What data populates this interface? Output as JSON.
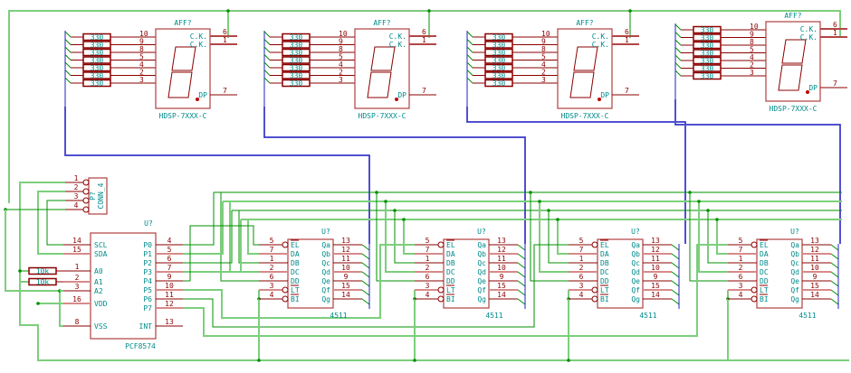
{
  "schematic": {
    "displays": [
      {
        "ref": "AFF?",
        "value": "HDSP-7XXX-C",
        "resistor_value": "330",
        "seg_pins": [
          {
            "seg": "a",
            "num": "10"
          },
          {
            "seg": "b",
            "num": "9"
          },
          {
            "seg": "c",
            "num": "8"
          },
          {
            "seg": "d",
            "num": "5"
          },
          {
            "seg": "e",
            "num": "4"
          },
          {
            "seg": "f",
            "num": "2"
          },
          {
            "seg": "g",
            "num": "3"
          }
        ],
        "ck_pins": [
          {
            "name": "C.K.",
            "num": "6"
          },
          {
            "name": "C.K.",
            "num": "1"
          }
        ],
        "dp_pin": {
          "name": "DP",
          "num": "7"
        }
      },
      {
        "ref": "AFF?",
        "value": "HDSP-7XXX-C",
        "resistor_value": "330",
        "seg_pins": [
          {
            "seg": "a",
            "num": "10"
          },
          {
            "seg": "b",
            "num": "9"
          },
          {
            "seg": "c",
            "num": "8"
          },
          {
            "seg": "d",
            "num": "5"
          },
          {
            "seg": "e",
            "num": "4"
          },
          {
            "seg": "f",
            "num": "2"
          },
          {
            "seg": "g",
            "num": "3"
          }
        ],
        "ck_pins": [
          {
            "name": "C.K.",
            "num": "6"
          },
          {
            "name": "C.K.",
            "num": "1"
          }
        ],
        "dp_pin": {
          "name": "DP",
          "num": "7"
        }
      },
      {
        "ref": "AFF?",
        "value": "HDSP-7XXX-C",
        "resistor_value": "330",
        "seg_pins": [
          {
            "seg": "a",
            "num": "10"
          },
          {
            "seg": "b",
            "num": "9"
          },
          {
            "seg": "c",
            "num": "8"
          },
          {
            "seg": "d",
            "num": "5"
          },
          {
            "seg": "e",
            "num": "4"
          },
          {
            "seg": "f",
            "num": "2"
          },
          {
            "seg": "g",
            "num": "3"
          }
        ],
        "ck_pins": [
          {
            "name": "C.K.",
            "num": "6"
          },
          {
            "name": "C.K.",
            "num": "1"
          }
        ],
        "dp_pin": {
          "name": "DP",
          "num": "7"
        }
      },
      {
        "ref": "AFF?",
        "value": "HDSP-7XXX-C",
        "resistor_value": "330",
        "seg_pins": [
          {
            "seg": "a",
            "num": "10"
          },
          {
            "seg": "b",
            "num": "9"
          },
          {
            "seg": "c",
            "num": "8"
          },
          {
            "seg": "d",
            "num": "5"
          },
          {
            "seg": "e",
            "num": "4"
          },
          {
            "seg": "f",
            "num": "2"
          },
          {
            "seg": "g",
            "num": "3"
          }
        ],
        "ck_pins": [
          {
            "name": "C.K.",
            "num": "6"
          },
          {
            "name": "C.K.",
            "num": "1"
          }
        ],
        "dp_pin": {
          "name": "DP",
          "num": "7"
        }
      }
    ],
    "decoders": [
      {
        "ref": "U?",
        "value": "4511"
      },
      {
        "ref": "U?",
        "value": "4511"
      },
      {
        "ref": "U?",
        "value": "4511"
      },
      {
        "ref": "U?",
        "value": "4511"
      }
    ],
    "decoder_left_pins": [
      {
        "num": "5",
        "name": "EL",
        "inverted": true
      },
      {
        "num": "7",
        "name": "DA",
        "inverted": false
      },
      {
        "num": "1",
        "name": "DB",
        "inverted": false
      },
      {
        "num": "2",
        "name": "DC",
        "inverted": false
      },
      {
        "num": "6",
        "name": "DD",
        "inverted": false
      },
      {
        "num": "3",
        "name": "LT",
        "inverted": true
      },
      {
        "num": "4",
        "name": "BI",
        "inverted": true
      }
    ],
    "decoder_right_pins": [
      {
        "num": "13",
        "name": "Qa"
      },
      {
        "num": "12",
        "name": "Qb"
      },
      {
        "num": "11",
        "name": "Qc"
      },
      {
        "num": "10",
        "name": "Qd"
      },
      {
        "num": "9",
        "name": "Qe"
      },
      {
        "num": "15",
        "name": "Qf"
      },
      {
        "num": "14",
        "name": "Qg"
      }
    ],
    "expander": {
      "ref": "U?",
      "value": "PCF8574",
      "left_pins": [
        {
          "num": "14",
          "name": "SCL"
        },
        {
          "num": "15",
          "name": "SDA"
        },
        {
          "num": "1",
          "name": "A0"
        },
        {
          "num": "2",
          "name": "A1"
        },
        {
          "num": "3",
          "name": "A2"
        },
        {
          "num": "16",
          "name": "VDD"
        },
        {
          "num": "8",
          "name": "VSS"
        }
      ],
      "right_pins": [
        {
          "num": "4",
          "name": "P0"
        },
        {
          "num": "5",
          "name": "P1"
        },
        {
          "num": "6",
          "name": "P2"
        },
        {
          "num": "7",
          "name": "P3"
        },
        {
          "num": "9",
          "name": "P4"
        },
        {
          "num": "10",
          "name": "P5"
        },
        {
          "num": "11",
          "name": "P6"
        },
        {
          "num": "12",
          "name": "P7"
        },
        {
          "num": "13",
          "name": "INT"
        }
      ],
      "address_resistors": [
        "10k",
        "10k"
      ]
    },
    "connector": {
      "ref": "P?",
      "value": "CONN_4",
      "pins": [
        "1",
        "2",
        "3",
        "4"
      ]
    }
  }
}
